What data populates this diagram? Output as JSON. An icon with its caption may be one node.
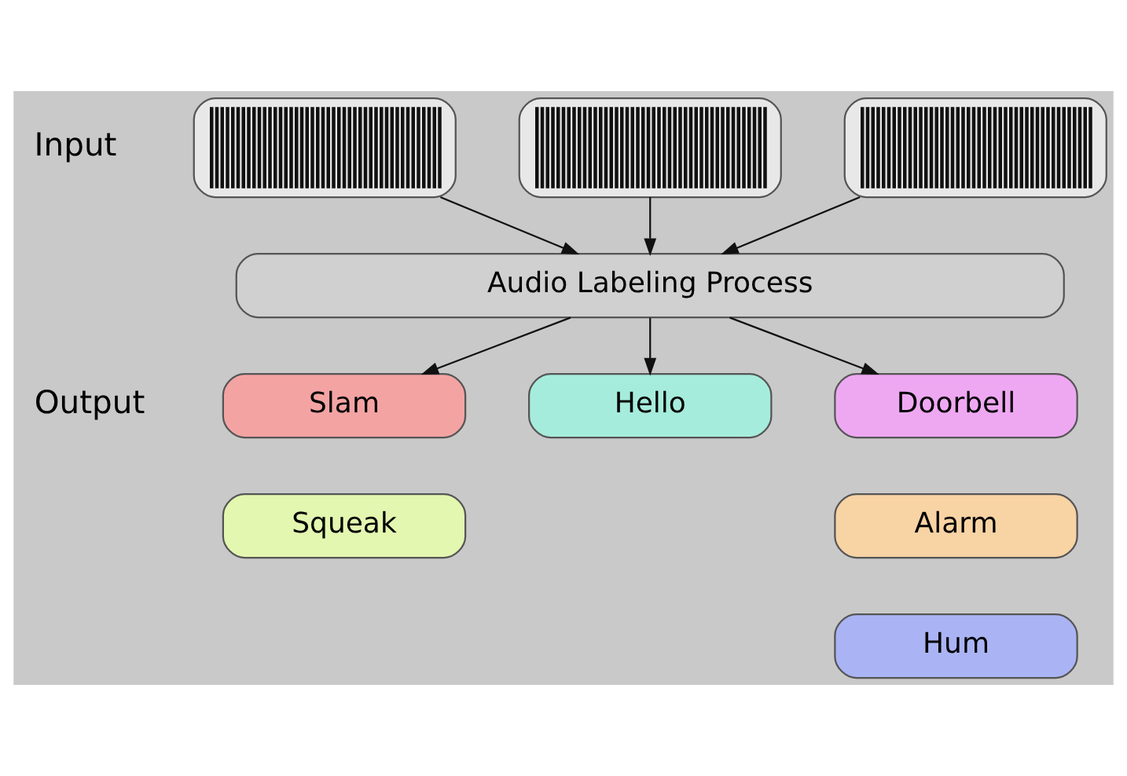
{
  "diagram": {
    "nodes": [
      {
        "text": [],
        "shape": "picture"
      },
      {
        "text": [],
        "shape": "picture"
      },
      {
        "text": [],
        "shape": "picture"
      },
      {
        "text": [
          "Audio Labeling Process"
        ]
      },
      {
        "text": [
          "Slam"
        ]
      },
      {
        "text": [
          "Squeak"
        ]
      },
      {
        "text": [
          "Hello"
        ]
      },
      {
        "text": [
          "Doorbell"
        ]
      },
      {
        "text": [
          "Alarm"
        ]
      },
      {
        "text": [
          "Hum"
        ]
      }
    ],
    "edges": [
      {
        "from": 0,
        "to": 3,
        "arrow": "to"
      },
      {
        "from": 1,
        "to": 3,
        "arrow": "to"
      },
      {
        "from": 2,
        "to": 3,
        "arrow": "to"
      },
      {
        "from": 3,
        "to": 4,
        "arrow": "to"
      },
      {
        "from": 3,
        "to": 6,
        "arrow": "to"
      },
      {
        "from": 3,
        "to": 7,
        "arrow": "to"
      }
    ],
    "labels": [
      "Input",
      "Output"
    ]
  }
}
